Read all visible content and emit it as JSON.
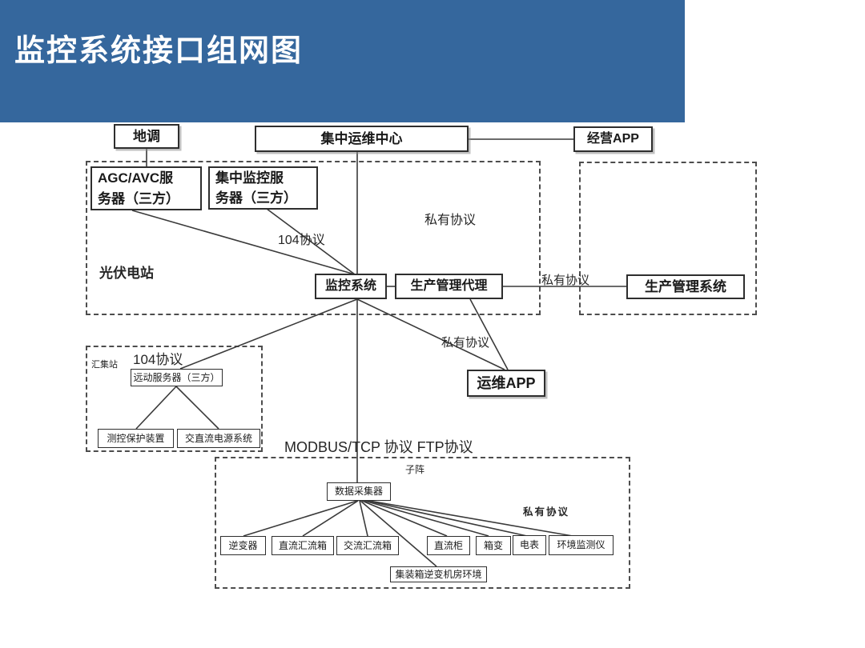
{
  "header": {
    "title": "监控系统接口组网图"
  },
  "colors": {
    "header_bg": "#35679D",
    "line": "#3a3a3a"
  },
  "groups": {
    "pv_station": {
      "label": "光伏电站"
    },
    "collection_station": {
      "label": "汇集站"
    },
    "sub_array": {
      "label": "子阵"
    }
  },
  "nodes": {
    "didiao": {
      "label": "地调"
    },
    "yunwei_center": {
      "label": "集中运维中心"
    },
    "jingying_app": {
      "label": "经营APP"
    },
    "agc_server": {
      "label": "AGC/AVC服\n务器（三方）"
    },
    "jizhong_jiankong_server": {
      "label": "集中监控服\n务器（三方）"
    },
    "jiankong_xitong": {
      "label": "监控系统"
    },
    "shengchan_daili": {
      "label": "生产管理代理"
    },
    "shengchan_xitong": {
      "label": "生产管理系统"
    },
    "yunwei_app": {
      "label": "运维APP"
    },
    "yuandong_server": {
      "label": "远动服务器（三方）"
    },
    "cekong_baohu": {
      "label": "测控保护装置"
    },
    "jiaozhiliu_dianyuan": {
      "label": "交直流电源系统"
    },
    "shuju_caijiqi": {
      "label": "数据采集器"
    },
    "nibianqi": {
      "label": "逆变器"
    },
    "zhiliu_huiliuxiang": {
      "label": "直流汇流箱"
    },
    "jiaoliu_huiliuxiang": {
      "label": "交流汇流箱"
    },
    "zhiliugui": {
      "label": "直流柜"
    },
    "xiangbian": {
      "label": "箱变"
    },
    "dianbiao": {
      "label": "电表"
    },
    "huanjing_jiance": {
      "label": "环境监测仪"
    },
    "jizhuangxiang_env": {
      "label": "集装箱逆变机房环境"
    }
  },
  "edge_labels": {
    "private_protocol_top": "私有协议",
    "protocol_104_top": "104协议",
    "private_protocol_pm": "私有协议",
    "private_protocol_app": "私有协议",
    "protocol_104_station": "104协议",
    "modbus_ftp": "MODBUS/TCP 协议  FTP协议",
    "private_protocol_array": "私有协议"
  }
}
